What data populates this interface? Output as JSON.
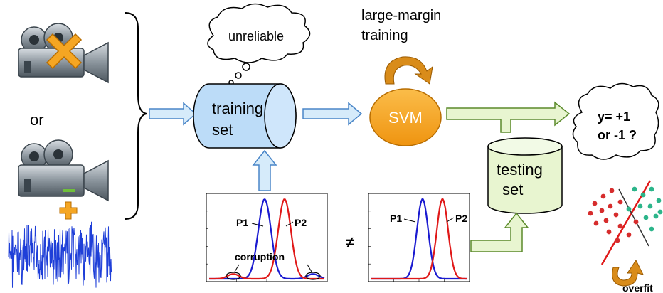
{
  "labels": {
    "or": "or",
    "unreliable": "unreliable",
    "training_set_line1": "training",
    "training_set_line2": "set",
    "large_margin_line1": "large-margin",
    "large_margin_line2": "training",
    "svm": "SVM",
    "testing_set_line1": "testing",
    "testing_set_line2": "set",
    "output_line1": "y= +1",
    "output_line2": "or -1 ?",
    "not_equal": "≠",
    "overfit": "overfit"
  },
  "plot_left": {
    "series1": "P1",
    "series2": "P2",
    "annotation": "corruption"
  },
  "plot_right": {
    "series1": "P1",
    "series2": "P2"
  },
  "colors": {
    "cylinder_fill": "#bcdcf8",
    "arrow_fill": "#d6ebfa",
    "svm_fill": "#f5a623",
    "orange_arrow": "#d98c1a",
    "green_arrow_fill": "#e8f5d0",
    "testing_set_fill": "#e8f5d0",
    "dot_red": "#d62c2c",
    "dot_green": "#2cb58a",
    "curve_blue": "#1a1ad0",
    "curve_red": "#e01818"
  },
  "icons": [
    "video-camera-crossed-icon",
    "video-camera-plus-icon",
    "noise-waveform-icon",
    "overfit-scatter-icon"
  ]
}
